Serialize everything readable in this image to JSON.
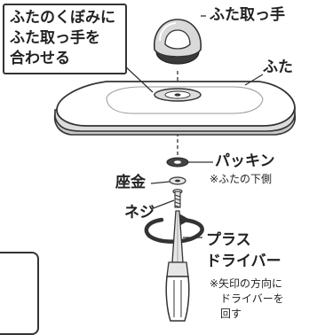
{
  "callout": {
    "lines": [
      "ふたのくぼみに",
      "ふた取っ手を",
      "合わせる"
    ]
  },
  "labels": {
    "handle": "ふた取っ手",
    "lid": "ふた",
    "packing": "パッキン",
    "packing_note": "※ふたの下側",
    "washer": "座金",
    "screw": "ネジ",
    "screwdriver_line1": "プラス",
    "screwdriver_line2": "ドライバー",
    "note_line1": "※矢印の方向に",
    "note_line2": "ドライバーを",
    "note_line3": "回す"
  },
  "colors": {
    "outline": "#333333",
    "lid_fill": "#ffffff",
    "lid_shade": "#c8c8c8",
    "handle_fill": "#d9d9d9",
    "handle_dark": "#3a3a3a",
    "metal": "#e6e6e6"
  },
  "icons": {
    "rotation_arrow": "rotate-clockwise-arrow-icon",
    "screwdriver": "phillips-screwdriver-icon",
    "screw": "screw-icon"
  }
}
